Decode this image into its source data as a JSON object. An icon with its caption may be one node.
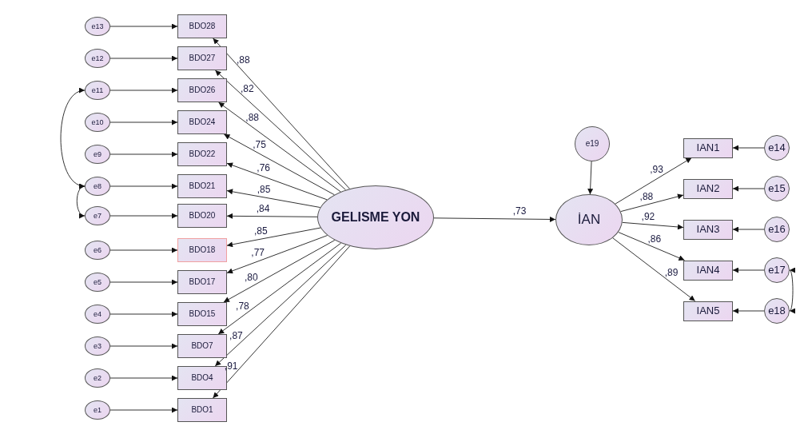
{
  "diagram": {
    "nodes": [
      {
        "text": [
          "e13"
        ]
      },
      {
        "text": [
          "e12"
        ]
      },
      {
        "text": [
          "e11"
        ]
      },
      {
        "text": [
          "e10"
        ]
      },
      {
        "text": [
          "e9"
        ]
      },
      {
        "text": [
          "e8"
        ]
      },
      {
        "text": [
          "e7"
        ]
      },
      {
        "text": [
          "e6"
        ]
      },
      {
        "text": [
          "e5"
        ]
      },
      {
        "text": [
          "e4"
        ]
      },
      {
        "text": [
          "e3"
        ]
      },
      {
        "text": [
          "e2"
        ]
      },
      {
        "text": [
          "e1"
        ]
      },
      {
        "text": [
          "BDO28"
        ]
      },
      {
        "text": [
          "BDO27"
        ]
      },
      {
        "text": [
          "BDO26"
        ]
      },
      {
        "text": [
          "BDO24"
        ]
      },
      {
        "text": [
          "BDO22"
        ]
      },
      {
        "text": [
          "BDO21"
        ]
      },
      {
        "text": [
          "BDO20"
        ]
      },
      {
        "text": [
          "BDO18"
        ]
      },
      {
        "text": [
          "BDO17"
        ]
      },
      {
        "text": [
          "BDO15"
        ]
      },
      {
        "text": [
          "BDO7"
        ]
      },
      {
        "text": [
          "BDO4"
        ]
      },
      {
        "text": [
          "BDO1"
        ]
      },
      {
        "text": [
          "GELISME YON"
        ]
      },
      {
        "text": [
          "e19"
        ]
      },
      {
        "text": [
          "İAN"
        ]
      },
      {
        "text": [
          "IAN1"
        ]
      },
      {
        "text": [
          "IAN2"
        ]
      },
      {
        "text": [
          "IAN3"
        ]
      },
      {
        "text": [
          "IAN4"
        ]
      },
      {
        "text": [
          "IAN5"
        ]
      },
      {
        "text": [
          "e14"
        ]
      },
      {
        "text": [
          "e15"
        ]
      },
      {
        "text": [
          "e16"
        ]
      },
      {
        "text": [
          "e17"
        ]
      },
      {
        "text": [
          "e18"
        ]
      }
    ],
    "edges": [
      {
        "from": 26,
        "to": 13,
        "arrow": "to",
        "label": ",88"
      },
      {
        "from": 26,
        "to": 14,
        "arrow": "to",
        "label": ",82"
      },
      {
        "from": 26,
        "to": 15,
        "arrow": "to",
        "label": ",88"
      },
      {
        "from": 26,
        "to": 16,
        "arrow": "to",
        "label": ",75"
      },
      {
        "from": 26,
        "to": 17,
        "arrow": "to",
        "label": ",76"
      },
      {
        "from": 26,
        "to": 18,
        "arrow": "to",
        "label": ",85"
      },
      {
        "from": 26,
        "to": 19,
        "arrow": "to",
        "label": ",84"
      },
      {
        "from": 26,
        "to": 20,
        "arrow": "to",
        "label": ",85"
      },
      {
        "from": 26,
        "to": 21,
        "arrow": "to",
        "label": ",77"
      },
      {
        "from": 26,
        "to": 22,
        "arrow": "to",
        "label": ",80"
      },
      {
        "from": 26,
        "to": 23,
        "arrow": "to",
        "label": ",78"
      },
      {
        "from": 26,
        "to": 24,
        "arrow": "to",
        "label": ",87"
      },
      {
        "from": 26,
        "to": 25,
        "arrow": "to",
        "label": ",91"
      },
      {
        "from": 0,
        "to": 13,
        "arrow": "to"
      },
      {
        "from": 1,
        "to": 14,
        "arrow": "to"
      },
      {
        "from": 2,
        "to": 15,
        "arrow": "to"
      },
      {
        "from": 3,
        "to": 16,
        "arrow": "to"
      },
      {
        "from": 4,
        "to": 17,
        "arrow": "to"
      },
      {
        "from": 5,
        "to": 18,
        "arrow": "to"
      },
      {
        "from": 6,
        "to": 19,
        "arrow": "to"
      },
      {
        "from": 7,
        "to": 20,
        "arrow": "to"
      },
      {
        "from": 8,
        "to": 21,
        "arrow": "to"
      },
      {
        "from": 9,
        "to": 22,
        "arrow": "to"
      },
      {
        "from": 10,
        "to": 23,
        "arrow": "to"
      },
      {
        "from": 11,
        "to": 24,
        "arrow": "to"
      },
      {
        "from": 12,
        "to": 25,
        "arrow": "to"
      },
      {
        "from": 2,
        "to": 5,
        "arrow": "both"
      },
      {
        "from": 5,
        "to": 6,
        "arrow": "both"
      },
      {
        "from": 27,
        "to": 28,
        "arrow": "to"
      },
      {
        "from": 26,
        "to": 28,
        "arrow": "to",
        "label": ",73"
      },
      {
        "from": 28,
        "to": 29,
        "arrow": "to",
        "label": ",93"
      },
      {
        "from": 28,
        "to": 30,
        "arrow": "to",
        "label": ",88"
      },
      {
        "from": 28,
        "to": 31,
        "arrow": "to",
        "label": ",92"
      },
      {
        "from": 28,
        "to": 32,
        "arrow": "to",
        "label": ",86"
      },
      {
        "from": 28,
        "to": 33,
        "arrow": "to",
        "label": ",89"
      },
      {
        "from": 34,
        "to": 29,
        "arrow": "to"
      },
      {
        "from": 35,
        "to": 30,
        "arrow": "to"
      },
      {
        "from": 36,
        "to": 31,
        "arrow": "to"
      },
      {
        "from": 37,
        "to": 32,
        "arrow": "to"
      },
      {
        "from": 38,
        "to": 33,
        "arrow": "to"
      },
      {
        "from": 37,
        "to": 38,
        "arrow": "both"
      }
    ]
  }
}
